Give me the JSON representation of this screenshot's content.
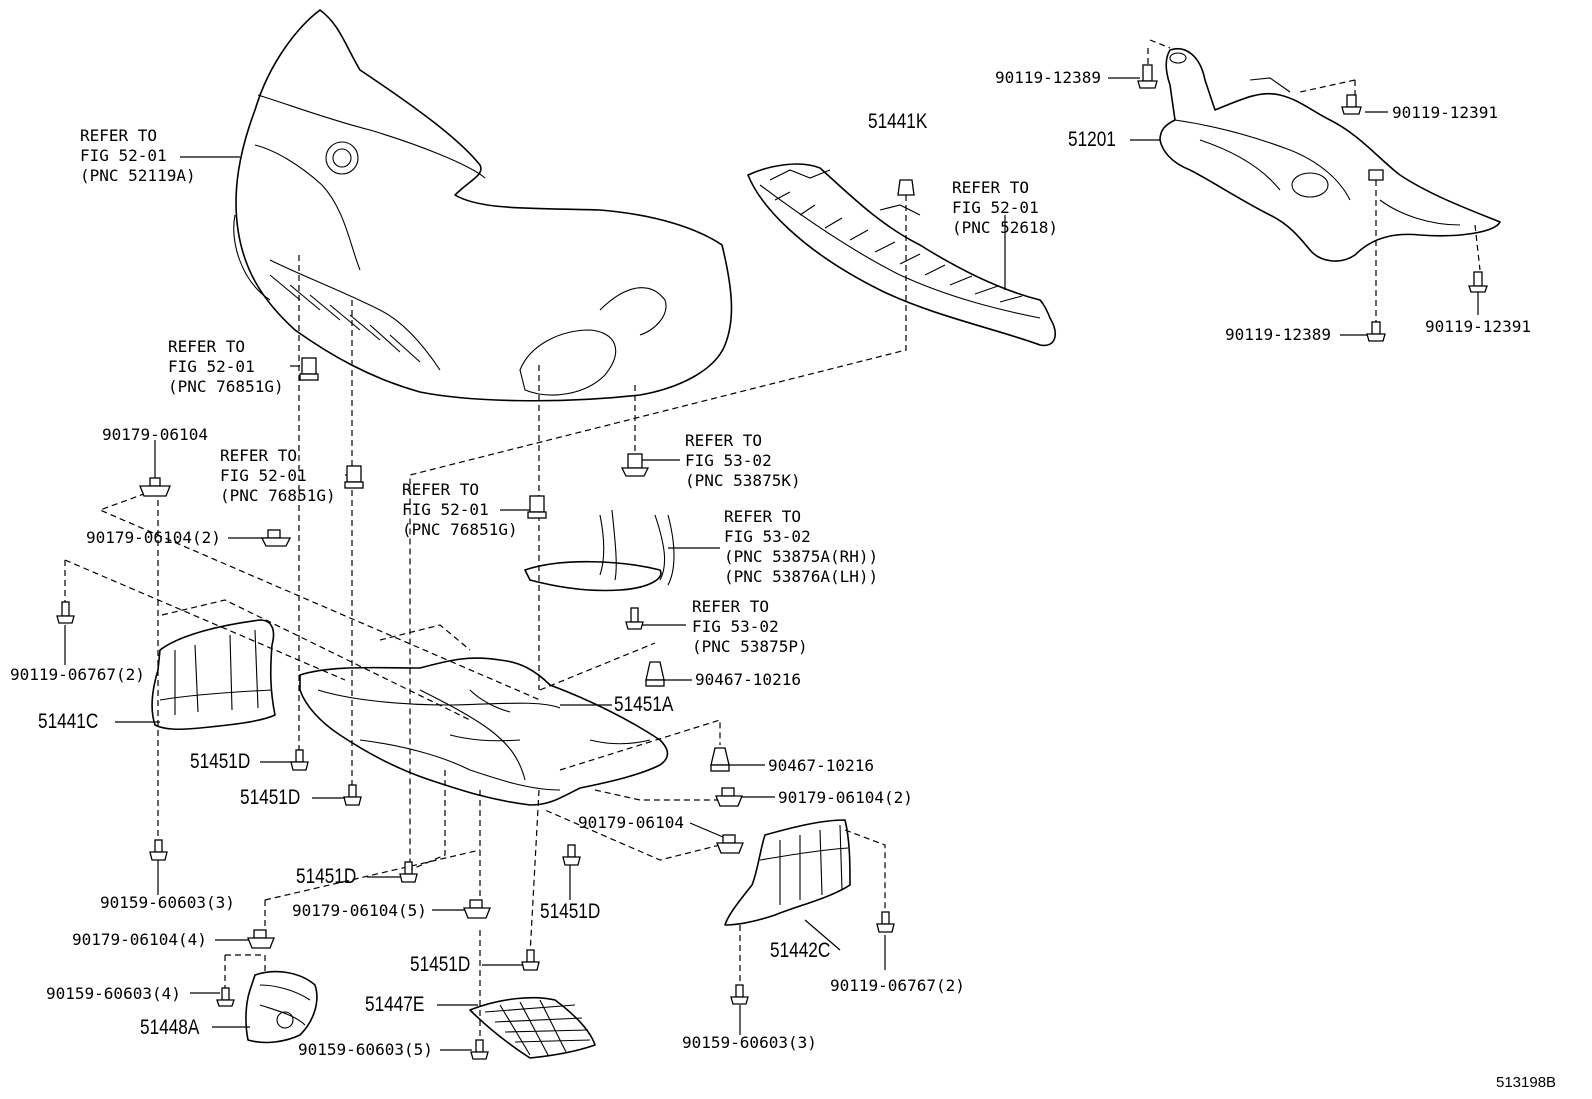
{
  "diagram_code": "513198B",
  "labels": {
    "ref_52119a": "REFER TO\nFIG 52-01\n(PNC 52119A)",
    "p51441k": "51441K",
    "ref_52618": "REFER TO\nFIG 52-01\n(PNC 52618)",
    "b_12389_top": "90119-12389",
    "b_12391_top": "90119-12391",
    "p51201": "51201",
    "b_12389_bot": "90119-12389",
    "b_12391_bot": "90119-12391",
    "ref_76851g_1": "REFER TO\nFIG 52-01\n(PNC 76851G)",
    "c_06104_a": "90179-06104",
    "ref_76851g_2": "REFER TO\nFIG 52-01\n(PNC 76851G)",
    "ref_53875k": "REFER TO\nFIG 53-02\n(PNC 53875K)",
    "ref_76851g_3": "REFER TO\nFIG 52-01\n(PNC 76851G)",
    "ref_53875a": "REFER TO\nFIG 53-02\n(PNC 53875A(RH))\n(PNC 53876A(LH))",
    "c_06104_2a": "90179-06104(2)",
    "b_06767_2a": "90119-06767(2)",
    "ref_53875p": "REFER TO\nFIG 53-02\n(PNC 53875P)",
    "r_10216_a": "90467-10216",
    "p51451a": "51451A",
    "p51441c": "51441C",
    "p51451d_1": "51451D",
    "r_10216_b": "90467-10216",
    "p51451d_2": "51451D",
    "c_06104_2b": "90179-06104(2)",
    "c_06104_b": "90179-06104",
    "s_60603_3a": "90159-60603(3)",
    "p51451d_3": "51451D",
    "c_06104_5": "90179-06104(5)",
    "p51451d_4": "51451D",
    "c_06104_4": "90179-06104(4)",
    "p51442c": "51442C",
    "p51451d_5": "51451D",
    "b_06767_2b": "90119-06767(2)",
    "s_60603_4": "90159-60603(4)",
    "p51447e": "51447E",
    "p51448a": "51448A",
    "s_60603_5": "90159-60603(5)",
    "s_60603_3b": "90159-60603(3)"
  }
}
